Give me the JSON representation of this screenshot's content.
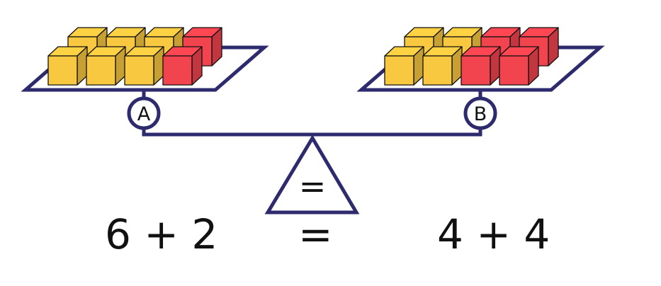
{
  "colors": {
    "structure": "#2e2a6e",
    "cube_yellow": "#f7c840",
    "cube_red": "#f2444f",
    "text": "#111111"
  },
  "pan_a": {
    "label": "A",
    "yellow_cubes": 6,
    "red_cubes": 2
  },
  "pan_b": {
    "label": "B",
    "yellow_cubes": 4,
    "red_cubes": 4
  },
  "fulcrum_symbol": "=",
  "equation": {
    "left": "6 + 2",
    "equals": "=",
    "right": "4 + 4"
  }
}
